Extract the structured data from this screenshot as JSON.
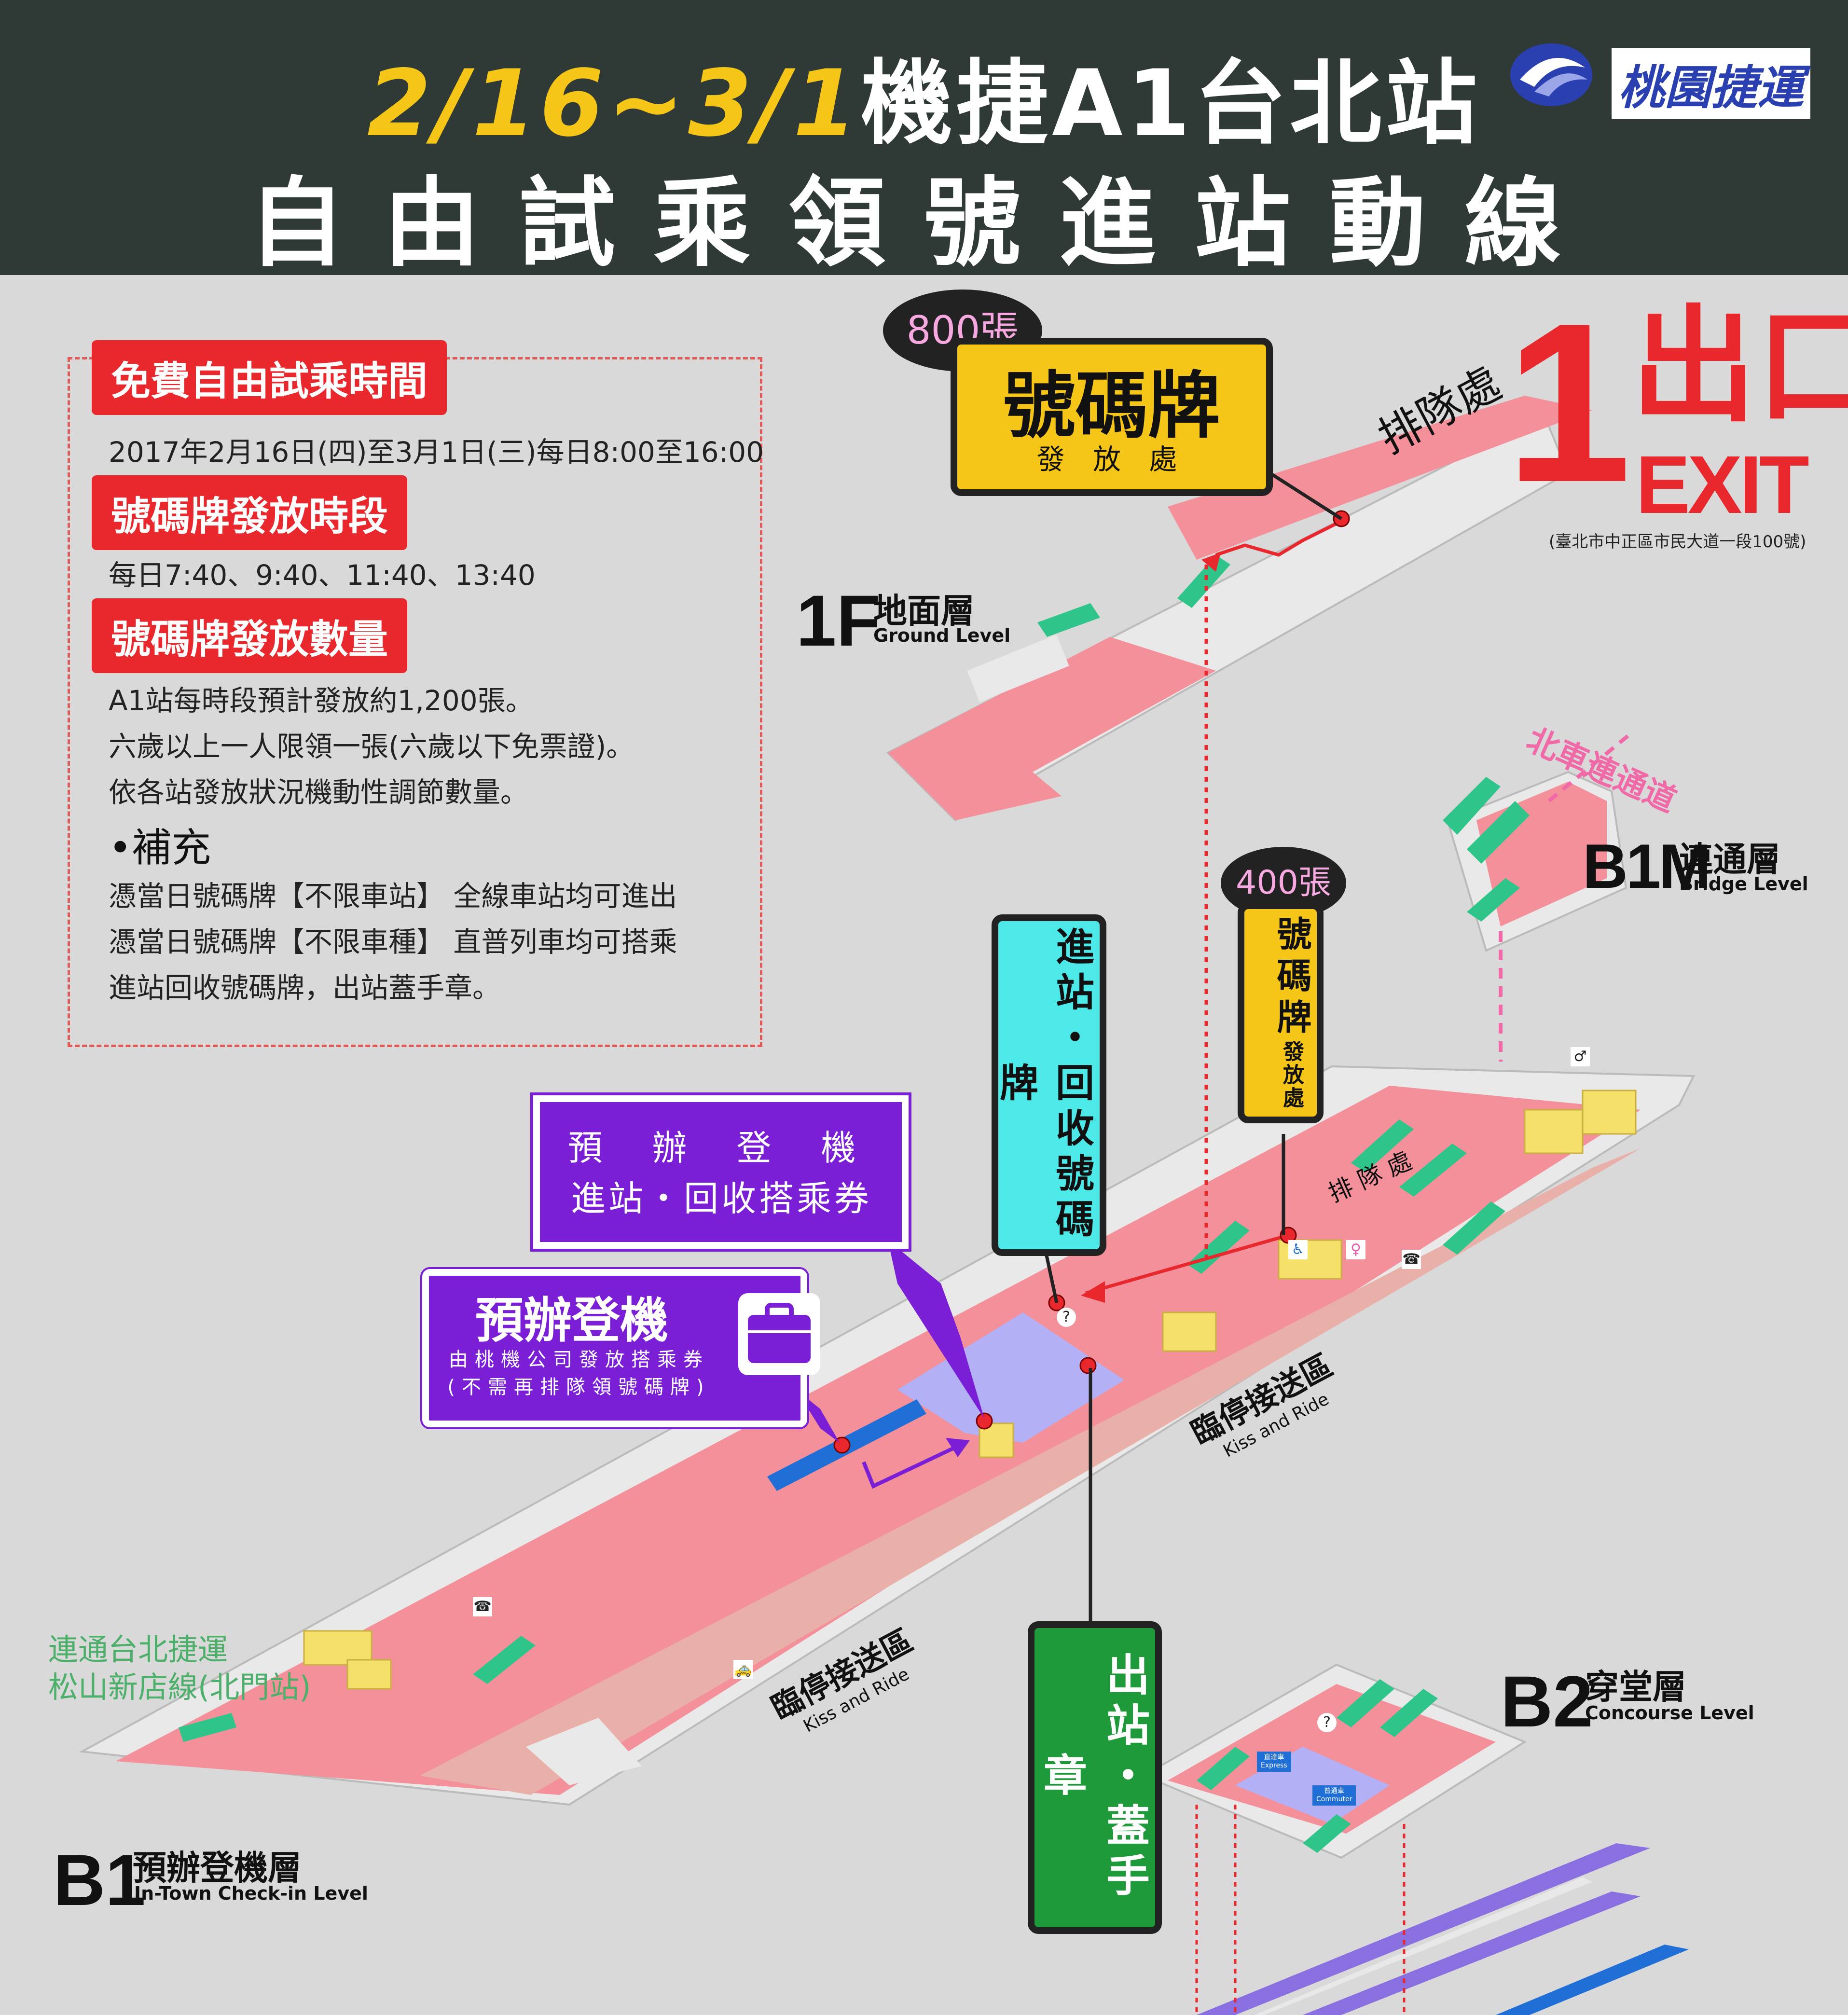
{
  "header": {
    "title_date": "2/16~3/1",
    "title_station": "機捷A1台北站",
    "subtitle": "自由試乘領號進站動線",
    "logo_text": "桃園捷運"
  },
  "info_panel": {
    "sections": [
      {
        "heading": "免費自由試乘時間",
        "lines": [
          "2017年2月16日(四)至3月1日(三)每日8:00至16:00"
        ]
      },
      {
        "heading": "號碼牌發放時段",
        "lines": [
          "每日7:40、9:40、11:40、13:40"
        ]
      },
      {
        "heading": "號碼牌發放數量",
        "lines": [
          "A1站每時段預計發放約1,200張。",
          "六歲以上一人限領一張(六歲以下免票證)。",
          "依各站發放狀況機動性調節數量。"
        ]
      }
    ],
    "supplement_title": "•補充",
    "supplement_lines": [
      "憑當日號碼牌【不限車站】 全線車站均可進出",
      "憑當日號碼牌【不限車種】 直普列車均可搭乘",
      "進站回收號碼牌，出站蓋手章。"
    ]
  },
  "exit": {
    "number": "1",
    "label_zh": "出口",
    "label_en": "EXIT",
    "address": "(臺北市中正區市民大道一段100號)"
  },
  "callouts": {
    "ticket_1f_count": "800張",
    "ticket_1f_title": "號碼牌",
    "ticket_1f_sub": "發 放 處",
    "queue_1f": "排隊處",
    "ticket_b1_count": "400張",
    "ticket_b1_title": "號碼牌",
    "ticket_b1_sub": "發放處",
    "queue_b1": "排 隊 處",
    "entry": "進站・回收號碼牌",
    "exit_stamp": "出站・蓋手章",
    "checkin_title": "預 辦 登 機",
    "checkin_sub": "進站・回收搭乘券",
    "checkin_box_title": "預辦登機",
    "checkin_box_line1": "由桃機公司發放搭乘券",
    "checkin_box_line2": "(不需再排隊領號碼牌)"
  },
  "levels": {
    "l1f": {
      "code": "1F",
      "zh": "地面層",
      "en": "Ground Level"
    },
    "b1m": {
      "code": "B1M",
      "zh": "連通層",
      "en": "Bridge Level"
    },
    "b1": {
      "code": "B1",
      "zh": "預辦登機層",
      "en": "In-Town Check-in Level"
    },
    "b2": {
      "code": "B2",
      "zh": "穿堂層",
      "en": "Concourse Level"
    }
  },
  "map_labels": {
    "north_passage": "北車連通道",
    "mrt_link": "連通台北捷運\n松山新店線(北門站)",
    "kiss_ride_zh": "臨停接送區",
    "kiss_ride_en": "Kiss and Ride",
    "express": "直達車",
    "express_en": "Express",
    "commuter": "普通車",
    "commuter_en": "Commuter"
  },
  "colors": {
    "header_bg": "#2f3a36",
    "accent_yellow": "#f5c518",
    "badge_red": "#e8282d",
    "floor_pink": "#f4909a",
    "cyan_callout": "#4de8e8",
    "green_callout": "#1e9a3a",
    "purple": "#7a1fd6",
    "escalator_green": "#2ec48a"
  }
}
